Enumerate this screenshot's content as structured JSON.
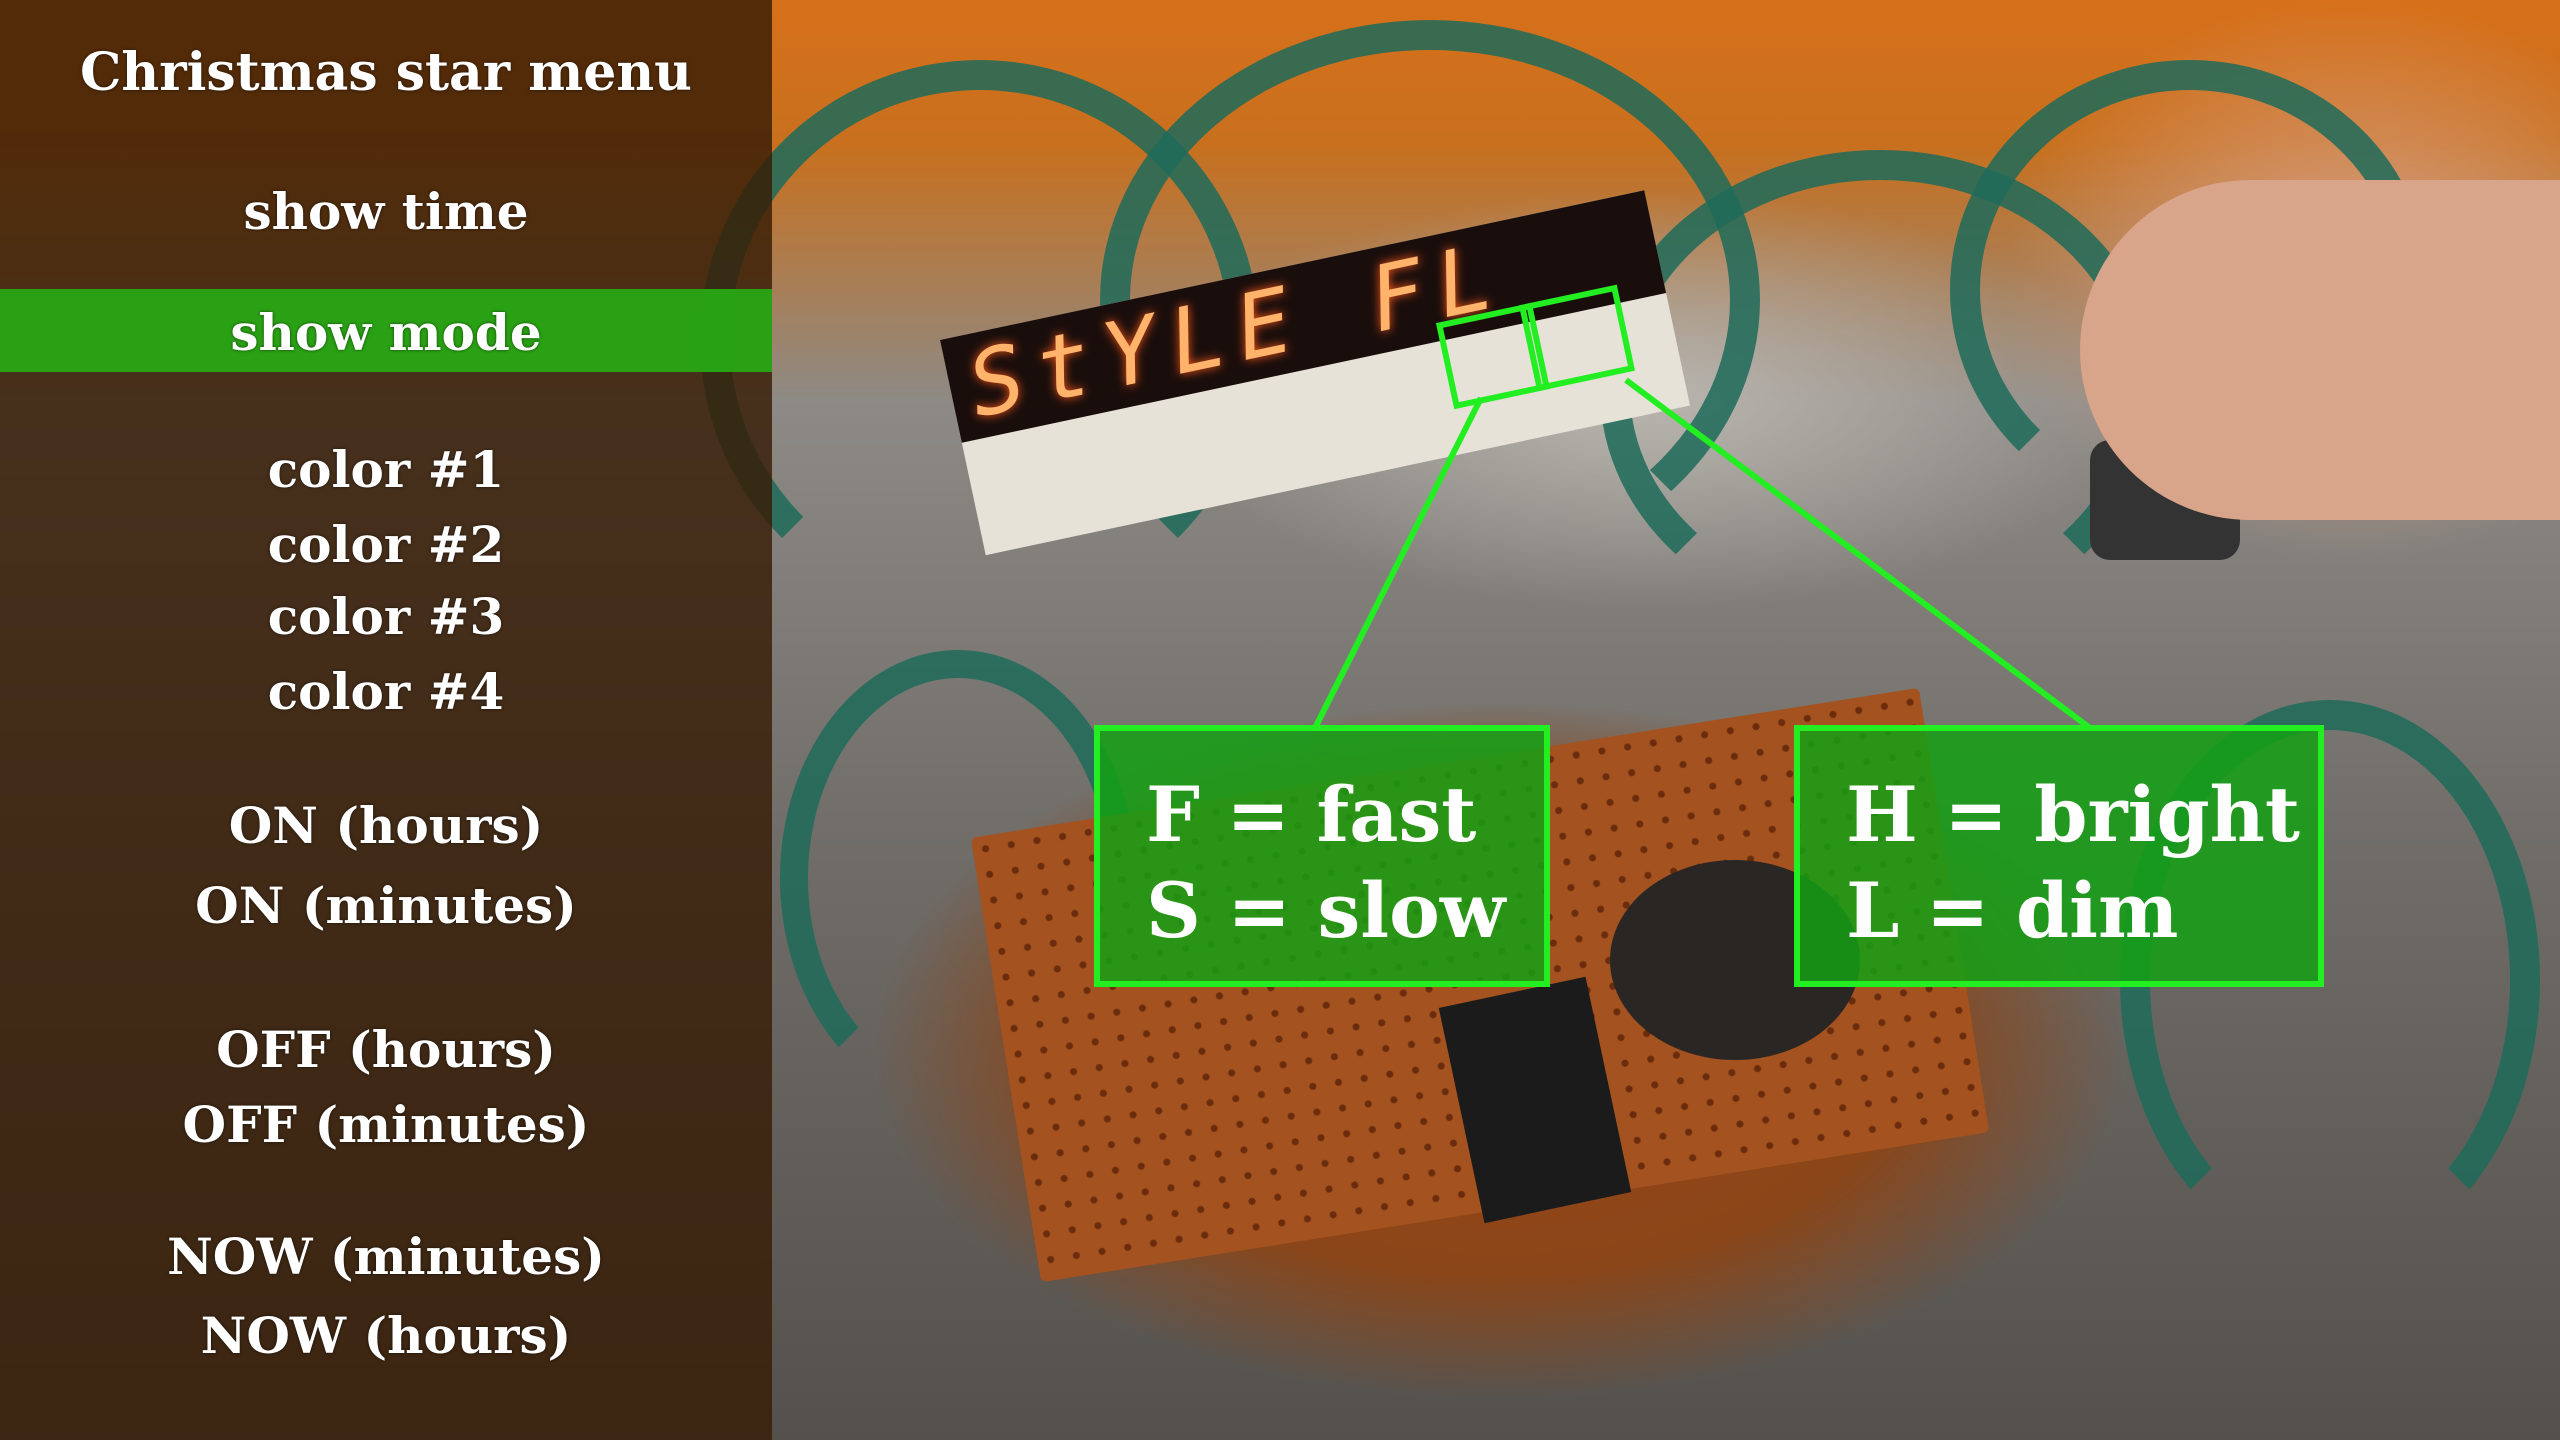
{
  "menu": {
    "title": "Christmas star menu",
    "items": [
      {
        "label": "show time"
      },
      {
        "label": "show mode",
        "selected": true
      },
      {
        "label": "color #1"
      },
      {
        "label": "color #2"
      },
      {
        "label": "color #3"
      },
      {
        "label": "color #4"
      },
      {
        "label": "ON (hours)"
      },
      {
        "label": "ON (minutes)"
      },
      {
        "label": "OFF (hours)"
      },
      {
        "label": "OFF (minutes)"
      },
      {
        "label": "NOW (minutes)"
      },
      {
        "label": "NOW (hours)"
      }
    ]
  },
  "display": {
    "text": "StYLE FL"
  },
  "callouts": {
    "speed": {
      "line1": "F = fast",
      "line2": "S = slow"
    },
    "brightness": {
      "line1": "H = bright",
      "line2": "L = dim"
    }
  },
  "colors": {
    "highlight": "#22ee22",
    "selected_bar": "#28aa14",
    "menu_bg": "#371c05"
  }
}
